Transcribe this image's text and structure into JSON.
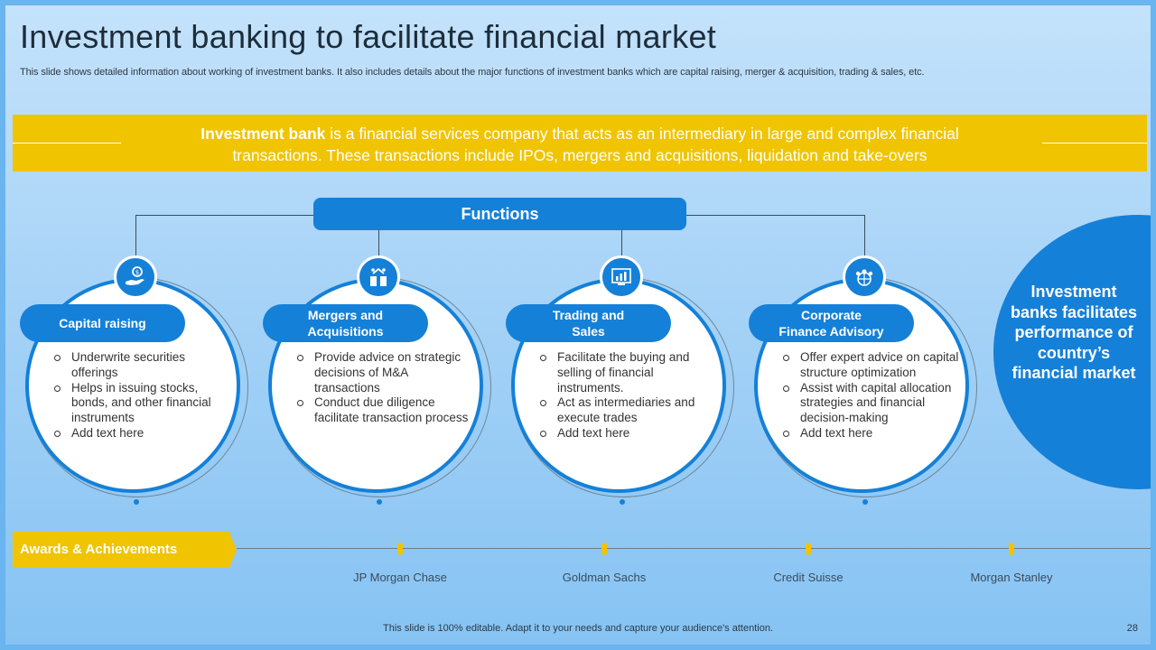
{
  "slide": {
    "title": "Investment banking to facilitate financial market",
    "subtitle": "This slide shows detailed information about working of investment banks. It also includes details about the major functions of investment banks which are capital raising, merger & acquisition, trading & sales, etc.",
    "banner": {
      "bold": "Investment bank",
      "rest_line1": " is a financial services company that acts as an intermediary in large and complex financial",
      "line2": "transactions. These transactions include IPOs, mergers and acquisitions, liquidation and take-overs"
    },
    "functions_label": "Functions",
    "functions": [
      {
        "title": "Capital raising",
        "icon": "money-hand-icon",
        "bullets": [
          "Underwrite securities offerings",
          "Helps in issuing stocks, bonds, and other financial instruments",
          "Add text here"
        ]
      },
      {
        "title_line1": "Mergers and",
        "title_line2": "Acquisitions",
        "icon": "buildings-merge-icon",
        "bullets": [
          "Provide advice on strategic decisions of M&A transactions",
          "Conduct due diligence facilitate transaction process"
        ]
      },
      {
        "title_line1": "Trading and",
        "title_line2": "Sales",
        "icon": "trading-chart-icon",
        "bullets": [
          "Facilitate the buying and selling of financial instruments.",
          "Act as intermediaries and execute trades",
          "Add text here"
        ]
      },
      {
        "title_line1": "Corporate",
        "title_line2": "Finance Advisory",
        "icon": "team-globe-icon",
        "bullets": [
          "Offer expert advice on capital structure optimization",
          "Assist with capital allocation strategies and financial decision-making",
          "Add text here"
        ]
      }
    ],
    "side_statement": "Investment banks facilitates performance of country’s financial market",
    "awards_label": "Awards & Achievements",
    "banks": [
      "JP Morgan Chase",
      "Goldman Sachs",
      "Credit Suisse",
      "Morgan Stanley"
    ],
    "footer": "This slide is 100% editable. Adapt it to your needs and capture your audience's attention.",
    "page_number": "28",
    "colors": {
      "primary_blue": "#1580d8",
      "accent_yellow": "#f0c400",
      "background": "#a7d3f7"
    }
  }
}
